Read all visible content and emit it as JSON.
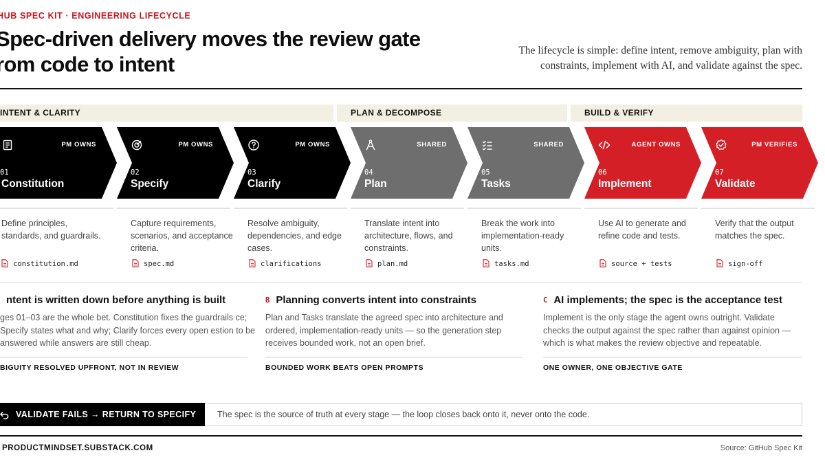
{
  "header": {
    "eyebrow": "HUB SPEC KIT · ENGINEERING LIFECYCLE",
    "title_line1": "Spec-driven delivery moves the review gate",
    "title_line2": "rom code to intent",
    "subtitle": "The lifecycle is simple: define intent, remove ambiguity, plan with constraints, implement with AI, and validate against the spec."
  },
  "phases": [
    {
      "label": "INTENT & CLARITY"
    },
    {
      "label": "PLAN & DECOMPOSE"
    },
    {
      "label": "BUILD & VERIFY"
    }
  ],
  "colors": {
    "black": "#000000",
    "gray": "#6e6e6e",
    "red": "#d41f26",
    "phase_bg": "#f3efe2",
    "accent": "#c8161d"
  },
  "stages": [
    {
      "num": "01",
      "name": "Constitution",
      "owner": "PM OWNS",
      "icon": "document-icon",
      "color": "black",
      "desc": "Define principles, standards, and guardrails.",
      "artifact": "constitution.md"
    },
    {
      "num": "02",
      "name": "Specify",
      "owner": "PM OWNS",
      "icon": "target-icon",
      "color": "black",
      "desc": "Capture requirements, scenarios, and acceptance criteria.",
      "artifact": "spec.md"
    },
    {
      "num": "03",
      "name": "Clarify",
      "owner": "PM OWNS",
      "icon": "question-icon",
      "color": "black",
      "desc": "Resolve ambiguity, dependencies, and edge cases.",
      "artifact": "clarifications"
    },
    {
      "num": "04",
      "name": "Plan",
      "owner": "SHARED",
      "icon": "compass-icon",
      "color": "gray",
      "desc": "Translate intent into architecture, flows, and constraints.",
      "artifact": "plan.md"
    },
    {
      "num": "05",
      "name": "Tasks",
      "owner": "SHARED",
      "icon": "checklist-icon",
      "color": "gray",
      "desc": "Break the work into implementation-ready units.",
      "artifact": "tasks.md"
    },
    {
      "num": "06",
      "name": "Implement",
      "owner": "AGENT OWNS",
      "icon": "code-icon",
      "color": "red",
      "desc": "Use AI to generate and refine code and tests.",
      "artifact": "source + tests"
    },
    {
      "num": "07",
      "name": "Validate",
      "owner": "PM VERIFIES",
      "icon": "badge-check-icon",
      "color": "red",
      "desc": "Verify that the output matches the spec.",
      "artifact": "sign-off"
    }
  ],
  "takeaways": [
    {
      "letter": "",
      "title": "ntent is written down before anything is built",
      "body": "ges 01–03 are the whole bet. Constitution fixes the guardrails ce; Specify states what and why; Clarify forces every open estion to be answered while answers are still cheap.",
      "footer": "BIGUITY RESOLVED UPFRONT, NOT IN REVIEW"
    },
    {
      "letter": "B",
      "title": "Planning converts intent into constraints",
      "body": "Plan and Tasks translate the agreed spec into architecture and ordered, implementation-ready units — so the generation step receives bounded work, not an open brief.",
      "footer": "BOUNDED WORK BEATS OPEN PROMPTS"
    },
    {
      "letter": "C",
      "title": "AI implements; the spec is the acceptance test",
      "body": "Implement is the only stage the agent owns outright. Validate checks the output against the spec rather than against opinion — which is what makes the review objective and repeatable.",
      "footer": "ONE OWNER, ONE OBJECTIVE GATE"
    }
  ],
  "loop": {
    "label": "VALIDATE FAILS → RETURN TO SPECIFY",
    "note": "The spec is the source of truth at every stage — the loop closes back onto it, never onto the code."
  },
  "footer": {
    "left": "PRODUCTMINDSET.SUBSTACK.COM",
    "right": "Source: GitHub Spec Kit"
  }
}
